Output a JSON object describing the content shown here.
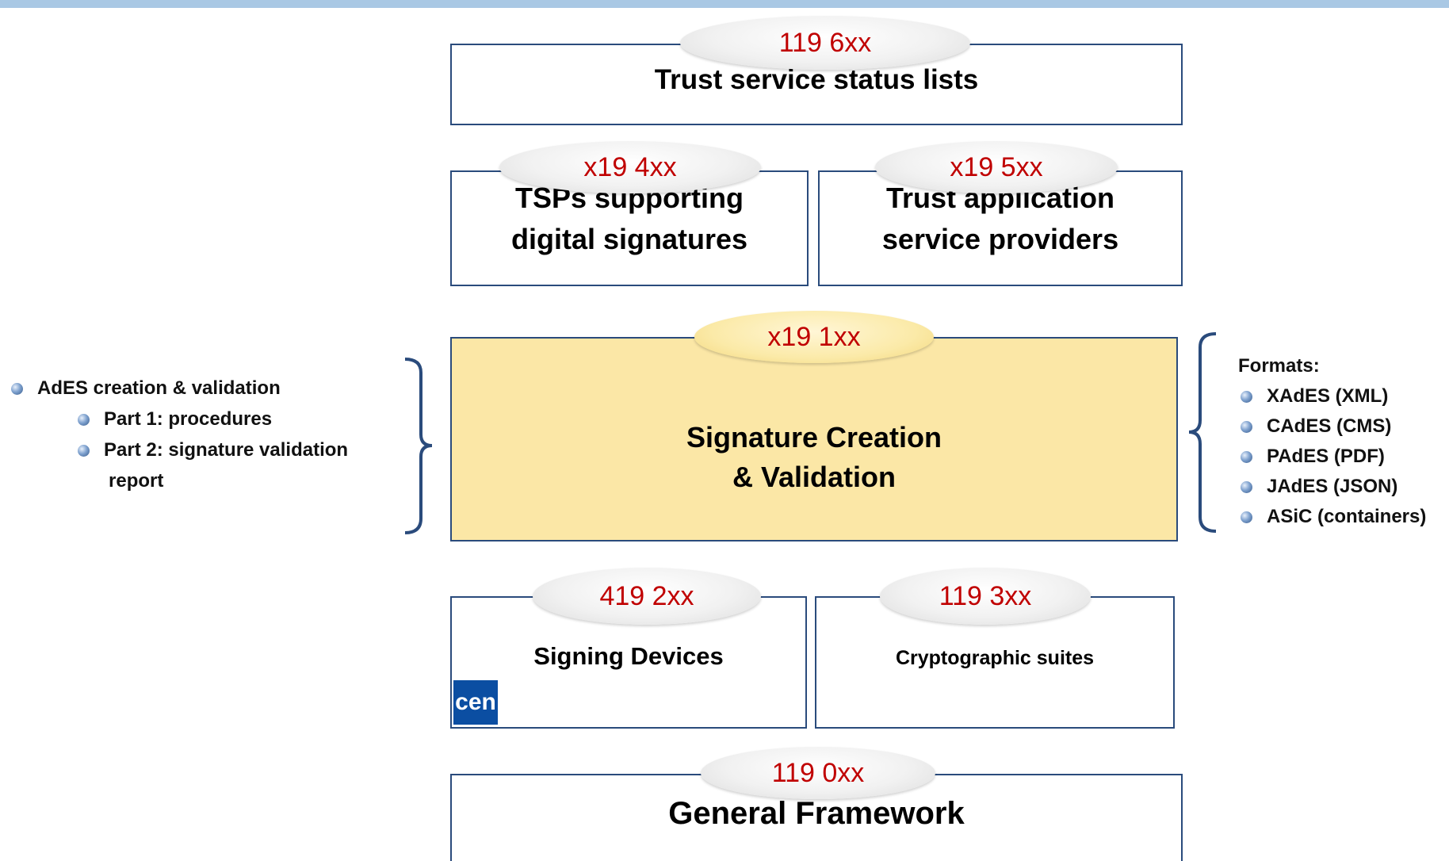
{
  "top_box": {
    "code": "119 6xx",
    "title": "Trust service status lists"
  },
  "tsp_box": {
    "code": "x19 4xx",
    "title_line1": "TSPs supporting",
    "title_line2": "digital signatures"
  },
  "tasp_box": {
    "code": "x19 5xx",
    "title_line1": "Trust application",
    "title_line2": "service providers"
  },
  "sig_box": {
    "code": "x19 1xx",
    "title_line1": "Signature Creation",
    "title_line2": "& Validation"
  },
  "devices_box": {
    "code": "419 2xx",
    "title": "Signing Devices",
    "logo_text": "cen"
  },
  "crypto_box": {
    "code": "119 3xx",
    "title": "Cryptographic  suites"
  },
  "general_box": {
    "code": "119 0xx",
    "title": "General Framework"
  },
  "left_list": {
    "item": "AdES creation & validation",
    "sub_items": [
      "Part 1: procedures",
      "Part 2: signature validation",
      "report"
    ]
  },
  "right_list": {
    "heading": "Formats:",
    "items": [
      "XAdES (XML)",
      "CAdES (CMS)",
      "PAdES (PDF)",
      "JAdES (JSON)",
      "ASiC (containers)"
    ]
  },
  "colors": {
    "code_red": "#c00000",
    "border_blue": "#2a4b7c",
    "sig_fill": "#fbe7a6",
    "top_line": "#a9c8e4"
  }
}
